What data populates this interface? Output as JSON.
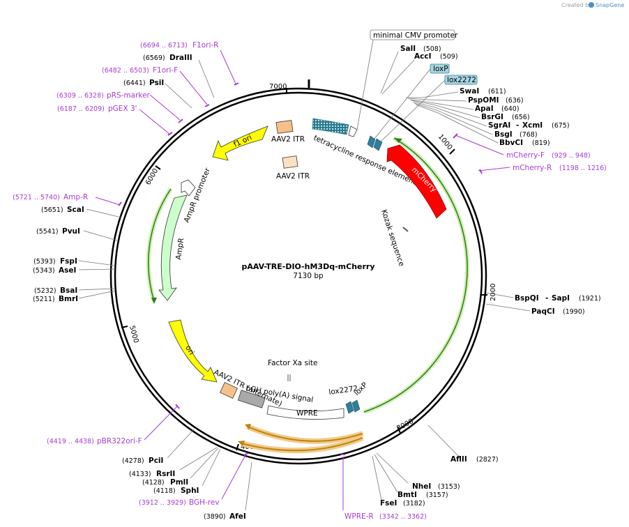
{
  "credit": {
    "created_by": "Created by",
    "brand": "SnapGene"
  },
  "plasmid": {
    "name": "pAAV-TRE-DIO-hM3Dq-mCherry",
    "length": "7130 bp"
  },
  "ticks": [
    "1000",
    "2000",
    "3000",
    "4000",
    "5000",
    "6000",
    "7000"
  ],
  "enzymes": [
    {
      "name": "SalI",
      "pos": "(508)"
    },
    {
      "name": "AccI",
      "pos": "(509)"
    },
    {
      "name": "SwaI",
      "pos": "(611)"
    },
    {
      "name": "PspOMI",
      "pos": "(636)"
    },
    {
      "name": "ApaI",
      "pos": "(640)"
    },
    {
      "name": "BsrGI",
      "pos": "(656)"
    },
    {
      "name": "SgrAI",
      "name2": "XcmI",
      "pos": "(675)"
    },
    {
      "name": "BsgI",
      "pos": "(768)"
    },
    {
      "name": "BbvCI",
      "pos": "(819)"
    },
    {
      "name": "BspQI",
      "name2": "SapI",
      "pos": "(1921)"
    },
    {
      "name": "PaqCI",
      "pos": "(1990)"
    },
    {
      "name": "AflII",
      "pos": "(2827)"
    },
    {
      "name": "NheI",
      "pos": "(3153)"
    },
    {
      "name": "BmtI",
      "pos": "(3157)"
    },
    {
      "name": "FseI",
      "pos": "(3182)"
    },
    {
      "name": "AfeI",
      "pos": "(3890)"
    },
    {
      "name": "SphI",
      "pos": "(4118)"
    },
    {
      "name": "PmlI",
      "pos": "(4128)"
    },
    {
      "name": "RsrII",
      "pos": "(4133)"
    },
    {
      "name": "PciI",
      "pos": "(4278)"
    },
    {
      "name": "BmrI",
      "pos": "(5211)"
    },
    {
      "name": "BsaI",
      "pos": "(5232)"
    },
    {
      "name": "AseI",
      "pos": "(5343)"
    },
    {
      "name": "FspI",
      "pos": "(5393)"
    },
    {
      "name": "PvuI",
      "pos": "(5541)"
    },
    {
      "name": "ScaI",
      "pos": "(5651)"
    },
    {
      "name": "PsiI",
      "pos": "(6441)"
    },
    {
      "name": "DraIII",
      "pos": "(6569)"
    }
  ],
  "primers": [
    {
      "name": "F1ori-R",
      "pos": "(6694 .. 6713)"
    },
    {
      "name": "F1ori-F",
      "pos": "(6482 .. 6503)"
    },
    {
      "name": "pRS-marker",
      "pos": "(6309 .. 6328)"
    },
    {
      "name": "pGEX 3'",
      "pos": "(6187 .. 6209)"
    },
    {
      "name": "Amp-R",
      "pos": "(5721 .. 5740)"
    },
    {
      "name": "mCherry-F",
      "pos": "(929 .. 948)"
    },
    {
      "name": "mCherry-R",
      "pos": "(1198 .. 1216)"
    },
    {
      "name": "pBR322ori-F",
      "pos": "(4419 .. 4438)"
    },
    {
      "name": "BGH-rev",
      "pos": "(3912 .. 3929)"
    },
    {
      "name": "WPRE-R",
      "pos": "(3342 .. 3362)"
    }
  ],
  "boxed_labels": {
    "min_cmv": "minimal CMV promoter",
    "loxp_top": "loxP",
    "lox2272_top": "lox2272"
  },
  "features": {
    "f1_ori": "f1 ori",
    "aav2_itr_1": "AAV2 ITR",
    "aav2_itr_2": "AAV2 ITR",
    "tre": "tetracycline response element",
    "mcherry": "mCherry",
    "kozak": "Kozak sequence",
    "ampr_promoter": "AmpR promoter",
    "ampr": "AmpR",
    "ori": "ori",
    "aav2_itr_alt": "AAV2 ITR (alternate)",
    "bgh": "bGH poly(A) signal",
    "factor_xa": "Factor Xa site",
    "wpre": "WPRE",
    "lox2272_bottom": "lox2272",
    "loxp_bottom": "loxP"
  },
  "colors": {
    "mcherry": "#ff0000",
    "ori": "#ffff00",
    "f1_ori": "#ffff00",
    "ampr": "#ccffcc",
    "itr": "#f7c08a",
    "bgh": "#a9a9a9",
    "lox": "#2f7f9a",
    "orf_arrow": "#b8860b",
    "primer": "#a63ad6"
  }
}
